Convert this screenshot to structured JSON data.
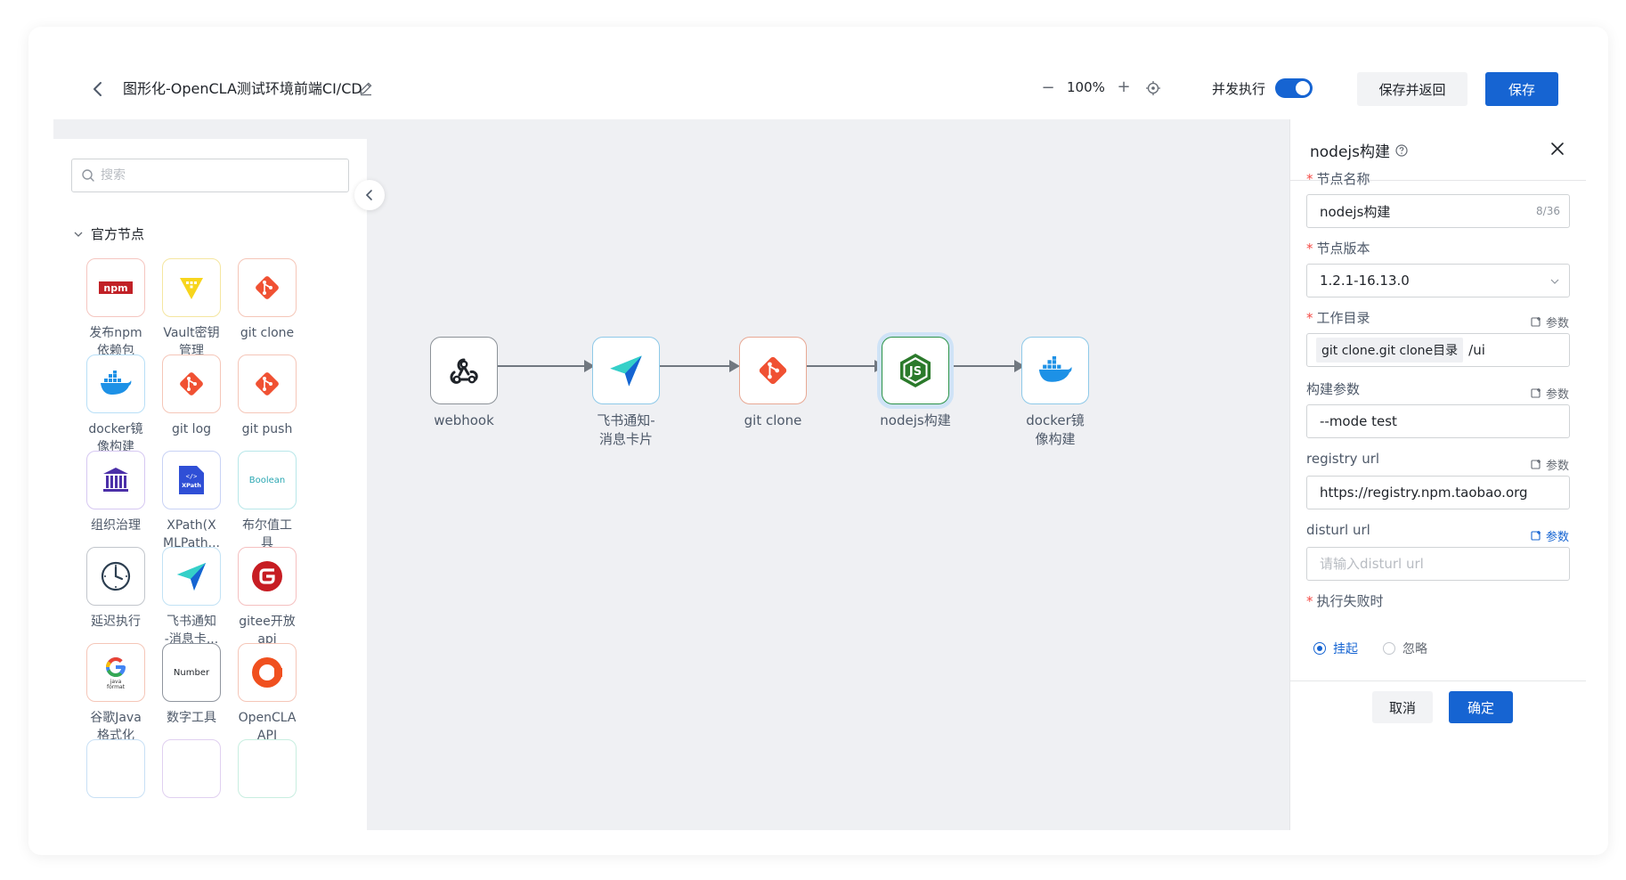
{
  "header": {
    "title": "图形化-OpenCLA测试环境前端CI/CD",
    "zoom_out": "−",
    "zoom": "100%",
    "zoom_in": "+",
    "concurrent_label": "并发执行",
    "concurrent_on": true,
    "save_return_label": "保存并返回",
    "save_label": "保存"
  },
  "left_panel": {
    "search_placeholder": "搜索",
    "section_title": "官方节点",
    "tiles": [
      {
        "label": "发布npm\n依赖包",
        "icon": "npm-icon"
      },
      {
        "label": "Vault密钥\n管理",
        "icon": "vault-icon"
      },
      {
        "label": "git clone",
        "icon": "git-icon"
      },
      {
        "label": "docker镜\n像构建",
        "icon": "docker-icon"
      },
      {
        "label": "git log",
        "icon": "git-icon"
      },
      {
        "label": "git push",
        "icon": "git-icon"
      },
      {
        "label": "组织治理",
        "icon": "institution-icon"
      },
      {
        "label": "XPath(X\nMLPath...",
        "icon": "xpath-icon"
      },
      {
        "label": "布尔值工\n具",
        "icon": "boolean-icon"
      },
      {
        "label": "延迟执行",
        "icon": "clock-icon"
      },
      {
        "label": "飞书通知\n-消息卡...",
        "icon": "feishu-icon"
      },
      {
        "label": "gitee开放\napi",
        "icon": "gitee-icon"
      },
      {
        "label": "谷歌Java\n格式化",
        "icon": "google-java-icon"
      },
      {
        "label": "数字工具",
        "icon": "number-icon"
      },
      {
        "label": "OpenCLA\nAPI",
        "icon": "opencla-icon"
      }
    ],
    "icon_text": {
      "npm": "npm",
      "xpath": "XPath",
      "boolean": "Boolean",
      "number": "Number",
      "java_format": "java\nformat"
    }
  },
  "canvas": {
    "nodes": [
      {
        "label": "webhook",
        "icon": "webhook-icon"
      },
      {
        "label": "飞书通知-\n消息卡片",
        "icon": "feishu-icon"
      },
      {
        "label": "git clone",
        "icon": "git-icon"
      },
      {
        "label": "nodejs构建",
        "icon": "nodejs-icon",
        "active": true
      },
      {
        "label": "docker镜\n像构建",
        "icon": "docker-icon"
      }
    ]
  },
  "right_panel": {
    "title": "nodejs构建",
    "fields": {
      "node_name_label": "节点名称",
      "node_name_value": "nodejs构建",
      "node_name_counter": "8/36",
      "node_version_label": "节点版本",
      "node_version_value": "1.2.1-16.13.0",
      "workdir_label": "工作目录",
      "workdir_chip": "git clone.git clone目录",
      "workdir_suffix": "/ui",
      "build_args_label": "构建参数",
      "build_args_value": "--mode test",
      "registry_label": "registry url",
      "registry_value": "https://registry.npm.taobao.org",
      "disturl_label": "disturl url",
      "disturl_placeholder": "请输入disturl url",
      "on_fail_label": "执行失败时"
    },
    "param_label": "参数",
    "radios": [
      {
        "label": "挂起",
        "checked": true
      },
      {
        "label": "忽略",
        "checked": false
      }
    ],
    "cancel_label": "取消",
    "confirm_label": "确定"
  },
  "colors": {
    "accent": "#1664d2",
    "git": "#f05133",
    "nodejs": "#2b7a2b",
    "docker": "#1d91e6"
  }
}
